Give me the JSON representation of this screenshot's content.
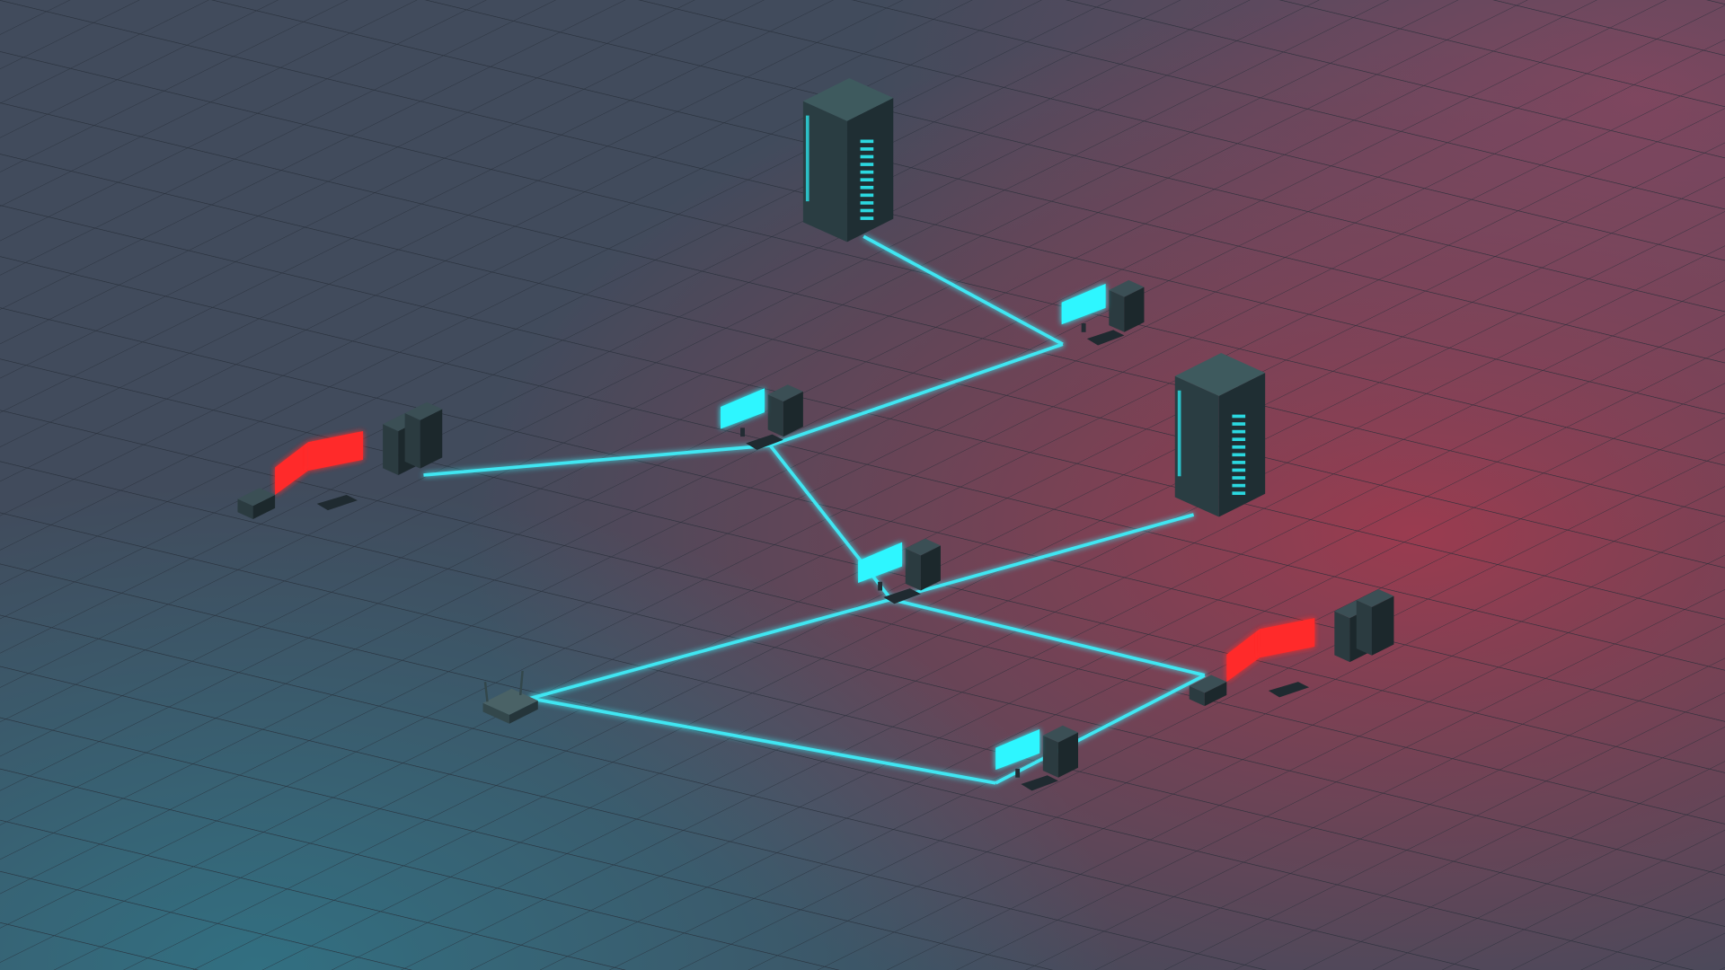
{
  "colors": {
    "background": "#414b5c",
    "glow_red": "#9a3a4e",
    "glow_teal": "#2f6a7a",
    "grid": "#2a323e",
    "link": "#3fe6f2",
    "screen_ok": "#2ef6ff",
    "screen_alert": "#ff2a2a",
    "device_body": "#2c3a3f"
  },
  "nodes": [
    {
      "id": "server-1",
      "type": "server-rack",
      "status": "ok"
    },
    {
      "id": "pc-1",
      "type": "workstation",
      "status": "ok"
    },
    {
      "id": "pc-2",
      "type": "workstation",
      "status": "ok"
    },
    {
      "id": "ws-alert-left",
      "type": "multi-monitor-workstation",
      "status": "alert"
    },
    {
      "id": "pc-3",
      "type": "workstation",
      "status": "ok"
    },
    {
      "id": "server-2",
      "type": "server-rack",
      "status": "ok"
    },
    {
      "id": "router-1",
      "type": "router",
      "status": "ok"
    },
    {
      "id": "ws-alert-right",
      "type": "multi-monitor-workstation",
      "status": "alert"
    },
    {
      "id": "pc-4",
      "type": "workstation",
      "status": "ok"
    }
  ],
  "links": [
    [
      "server-1",
      "pc-1"
    ],
    [
      "pc-1",
      "pc-2"
    ],
    [
      "ws-alert-left",
      "pc-2"
    ],
    [
      "pc-2",
      "pc-3"
    ],
    [
      "pc-3",
      "server-2"
    ],
    [
      "pc-3",
      "router-1"
    ],
    [
      "pc-3",
      "ws-alert-right"
    ],
    [
      "router-1",
      "pc-4"
    ],
    [
      "pc-4",
      "ws-alert-right"
    ]
  ]
}
